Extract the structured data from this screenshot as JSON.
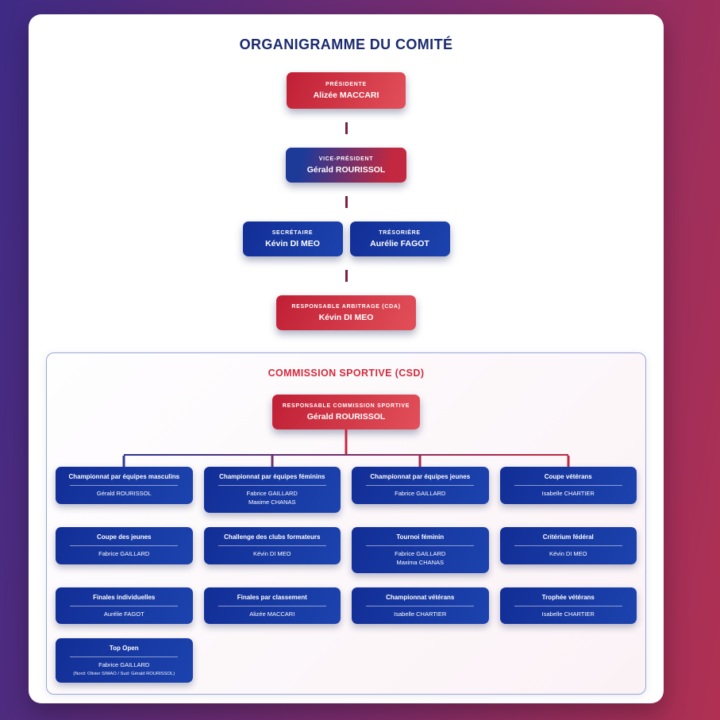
{
  "theme": {
    "bg_start": "#3e2b85",
    "bg_mid": "#7a2c6e",
    "bg_end": "#b03052",
    "card_bg": "#ffffff",
    "title_color": "#1b2b6e",
    "section_title_color": "#d42a3c",
    "red_start": "#c01f35",
    "red_end": "#e25059",
    "blue_start": "#122e96",
    "blue_end": "#1c43ae",
    "mix_start": "#1e3a99",
    "mix_end": "#c2283f",
    "connector": "#7c2040",
    "line_blue": "#2a3390",
    "line_red": "#c22840",
    "section_border": "#97a6da",
    "section_bg_start": "#fefeff",
    "section_bg_end": "#fbf2f6"
  },
  "page": {
    "title": "ORGANIGRAMME DU COMITÉ"
  },
  "org": {
    "president": {
      "role": "PRÉSIDENTE",
      "name": "Alizée MACCARI"
    },
    "vice_president": {
      "role": "VICE-PRÉSIDENT",
      "name": "Gérald ROURISSOL"
    },
    "secretary": {
      "role": "SECRÉTAIRE",
      "name": "Kévin DI MEO"
    },
    "treasurer": {
      "role": "TRÉSORIÈRE",
      "name": "Aurélie FAGOT"
    },
    "arbitrage": {
      "role": "RESPONSABLE ARBITRAGE (CDA)",
      "name": "Kévin DI MEO"
    }
  },
  "commission": {
    "title": "COMMISSION SPORTIVE (CSD)",
    "head": {
      "role": "RESPONSABLE COMMISSION SPORTIVE",
      "name": "Gérald ROURISSOL"
    },
    "rows": [
      {
        "cells": [
          {
            "title": "Championnat par équipes masculins",
            "name1": "Gérald ROURISSOL"
          },
          {
            "title": "Championnat par équipes féminins",
            "name1": "Fabrice GAILLARD",
            "name2": "Maxime CHANAS"
          },
          {
            "title": "Championnat par équipes jeunes",
            "name1": "Fabrice GAILLARD"
          },
          {
            "title": "Coupe vétérans",
            "name1": "Isabelle CHARTIER"
          }
        ]
      },
      {
        "cells": [
          {
            "title": "Coupe des jeunes",
            "name1": "Fabrice GAILLARD"
          },
          {
            "title": "Challenge des clubs formateurs",
            "name1": "Kévin DI MEO"
          },
          {
            "title": "Tournoi féminin",
            "name1": "Fabrice GAILLARD",
            "name2": "Maxima CHANAS"
          },
          {
            "title": "Critérium fédéral",
            "name1": "Kévin DI MEO"
          }
        ]
      },
      {
        "cells": [
          {
            "title": "Finales individuelles",
            "name1": "Aurélie FAGOT"
          },
          {
            "title": "Finales par classement",
            "name1": "Alizée MACCARI"
          },
          {
            "title": "Championnat vétérans",
            "name1": "Isabelle CHARTIER"
          },
          {
            "title": "Trophée vétérans",
            "name1": "Isabelle CHARTIER"
          }
        ]
      },
      {
        "cells": [
          {
            "title": "Top Open",
            "name1": "Fabrice GAILLARD",
            "note": "(Nord: Olivier SIMAO / Sud: Gérald ROURISSOL)"
          }
        ]
      }
    ]
  }
}
